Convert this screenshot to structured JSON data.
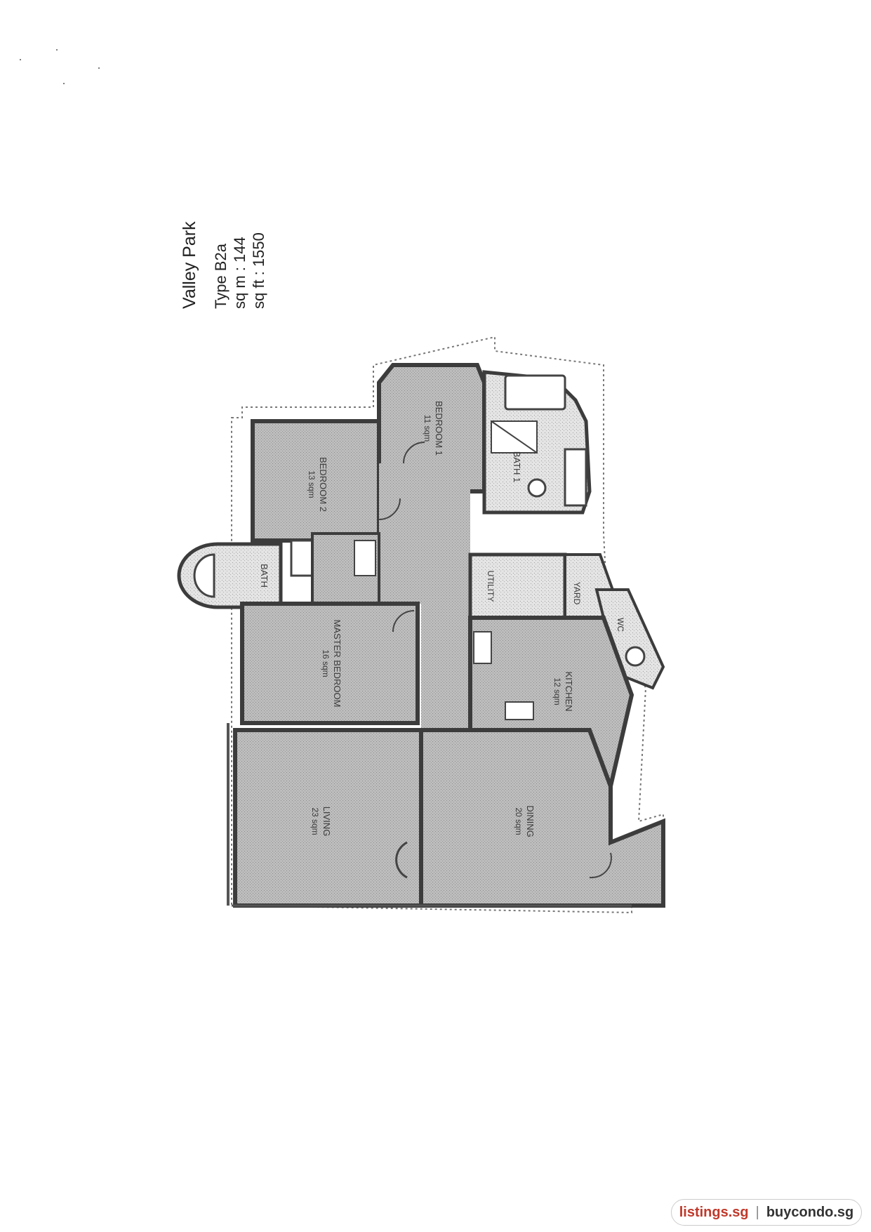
{
  "title": {
    "project": "Valley Park",
    "type": "Type B2a",
    "sqm": "sq m : 144",
    "sqft": "sq ft : 1550"
  },
  "rooms": {
    "bedroom1": {
      "name": "BEDROOM 1",
      "area": "11 sqm"
    },
    "bedroom2": {
      "name": "BEDROOM 2",
      "area": "13 sqm"
    },
    "bath1": {
      "name": "BATH 1"
    },
    "bath": {
      "name": "BATH"
    },
    "master": {
      "name": "MASTER BEDROOM",
      "area": "16 sqm"
    },
    "utility": {
      "name": "UTILITY"
    },
    "yard": {
      "name": "YARD"
    },
    "wc": {
      "name": "WC"
    },
    "kitchen": {
      "name": "KITCHEN",
      "area": "12 sqm"
    },
    "living": {
      "name": "LIVING",
      "area": "23 sqm"
    },
    "dining": {
      "name": "DINING",
      "area": "20 sqm"
    }
  },
  "watermark": {
    "left": "listings.sg",
    "separator": "|",
    "right": "buycondo.sg"
  },
  "colors": {
    "room_fill": "#b9b9b9",
    "wall": "#3c3c3c",
    "accent_brand": "#c0392b"
  }
}
